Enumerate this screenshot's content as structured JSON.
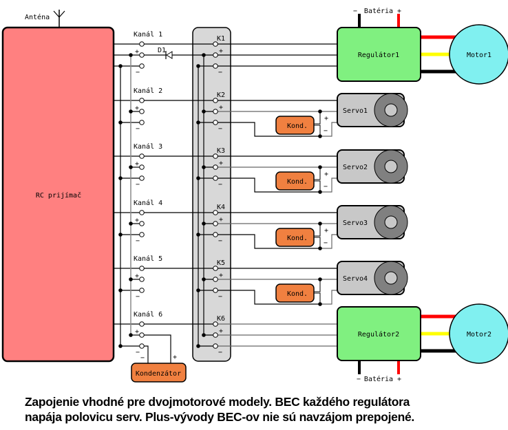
{
  "receiver": {
    "label": "RC prijímač",
    "antenna_label": "Anténa",
    "color": "#ff8080"
  },
  "channels": [
    {
      "label": "Kanál 1",
      "connector": "K1"
    },
    {
      "label": "Kanál 2",
      "connector": "K2"
    },
    {
      "label": "Kanál 3",
      "connector": "K3"
    },
    {
      "label": "Kanál 4",
      "connector": "K4"
    },
    {
      "label": "Kanál 5",
      "connector": "K5"
    },
    {
      "label": "Kanál 6",
      "connector": "K6"
    }
  ],
  "diode_label": "D1",
  "plus": "+",
  "minus": "−",
  "regulators": [
    {
      "label": "Regulátor1",
      "motor": "Motor1",
      "battery": "Batéria"
    },
    {
      "label": "Regulátor2",
      "motor": "Motor2",
      "battery": "Batéria"
    }
  ],
  "servos": [
    {
      "label": "Servo1",
      "capacitor": "Kond."
    },
    {
      "label": "Servo2",
      "capacitor": "Kond."
    },
    {
      "label": "Servo3",
      "capacitor": "Kond."
    },
    {
      "label": "Servo4",
      "capacitor": "Kond."
    }
  ],
  "main_capacitor": {
    "label": "Kondenzátor"
  },
  "colors": {
    "regulator": "#80f080",
    "motor": "#80f0f0",
    "servo": "#c8c8c8",
    "capacitor": "#f08040",
    "connector_block": "#d8d8d8",
    "wire_red": "#ff0000",
    "wire_yellow": "#ffff00",
    "wire_black": "#000000"
  },
  "caption": {
    "line1": "Zapojenie vhodné pre dvojmotorové modely. BEC každého regulátora",
    "line2": "napája polovicu serv. Plus-vývody BEC-ov nie sú navzájom prepojené."
  }
}
